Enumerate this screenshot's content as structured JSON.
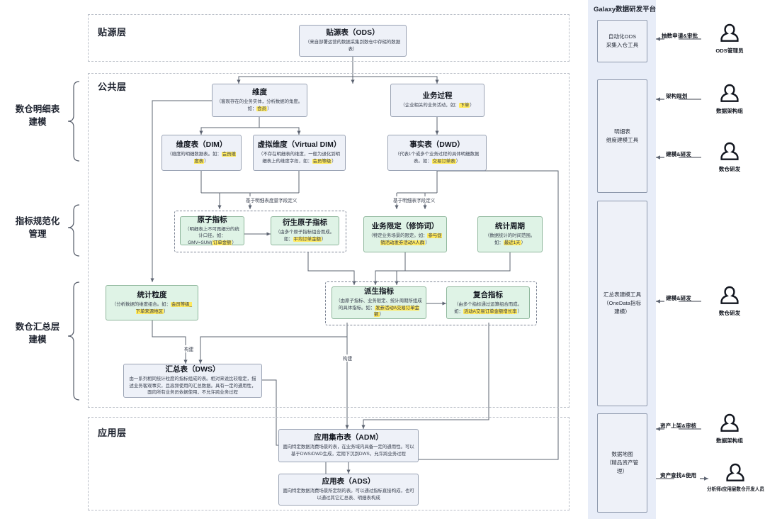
{
  "layers": [
    {
      "key": "ods",
      "title": "贴源层"
    },
    {
      "key": "common",
      "title": "公共层"
    },
    {
      "key": "app",
      "title": "应用层"
    }
  ],
  "left_groups": [
    {
      "label": "数仓明细表\n建模"
    },
    {
      "label": "指标规范化\n管理"
    },
    {
      "label": "数仓汇总层\n建模"
    }
  ],
  "nodes": {
    "ods": {
      "title": "贴源表（ODS）",
      "desc": "（来自部署运营的数据采集到数仓中存储的数据表）"
    },
    "dimension": {
      "title": "维度",
      "desc_pre": "（客观存在的业务实体，分析数据的角度。如：",
      "hl": "会员",
      "desc_post": "）"
    },
    "process": {
      "title": "业务过程",
      "desc_pre": "（企业相关的业务活动，如：",
      "hl": "下单",
      "desc_post": "）"
    },
    "dim": {
      "title": "维度表（DIM）",
      "desc_pre": "（维度的明细数据表。如：",
      "hl": "会员维度表",
      "desc_post": "）"
    },
    "vdim": {
      "title": "虚拟维度（Virtual DIM）",
      "desc_pre": "（不存在明细表的维度，一般为退化到明细表上的维度字段，如：",
      "hl": "会员等级",
      "desc_post": "）"
    },
    "dwd": {
      "title": "事实表（DWD）",
      "desc_pre": "（代表1个或多个业务过程的具体明细数据表。如：",
      "hl": "交易订单表",
      "desc_post": "）"
    },
    "atomic": {
      "title": "原子指标",
      "desc_pre": "（明细表上不可再细分的统计口径。如：GMV=SUM(",
      "hl": "订单金额",
      "desc_post": "）"
    },
    "derived_atomic": {
      "title": "衍生原子指标",
      "desc_pre": "（由多个原子指标组合而成。如：",
      "hl": "平均订单金额",
      "desc_post": "）"
    },
    "biz_limit": {
      "title": "业务限定（修饰词）",
      "desc_pre": "（特定业务场景的限定。如：",
      "hl": "参与促销活动发券活动A人群",
      "desc_post": "）"
    },
    "period": {
      "title": "统计周期",
      "desc_pre": "（数据统计的时间范围。如：",
      "hl": "最近1天",
      "desc_post": "）"
    },
    "granularity": {
      "title": "统计粒度",
      "desc_pre": "（分析数据的维度组合。如：",
      "hl": "会员等级_下单来源地区",
      "desc_post": "）"
    },
    "derived": {
      "title": "派生指标",
      "desc_pre": "（由原子指标、业务限定、统计周期所组成的具体指标。如：",
      "hl": "发券活动A交易订单金额",
      "desc_post": "）"
    },
    "composite": {
      "title": "复合指标",
      "desc_pre": "（由多个指标通过运算组合而成。如：",
      "hl": "活动A交易订单金额增长率",
      "desc_post": "）"
    },
    "dws": {
      "title": "汇总表（DWS）",
      "desc": "由一系列相同统计粒度的指标组成的表。相对来说比较稳定，描述业务客观事实，且高频使用的汇总数据。具有一定的通用性，面向所有业务员依据使用，不允许跨业务过程"
    },
    "adm": {
      "title": "应用集市表（ADM）",
      "desc": "面向特定数据消费场景的表，在业务域内具备一定的通用性。可以基于DWS/DWD生成，定期下沉到DWS，允许跨业务过程"
    },
    "ads": {
      "title": "应用表（ADS）",
      "desc": "面向特定数据消费场景所定制的表。可以通过指标直接构成，也可以通过其它汇总表、明细表构成"
    }
  },
  "edge_labels": {
    "dim_field_metric": "基于明细表度量字段定义",
    "dim_field": "基于明细表字段定义",
    "build_left": "构建",
    "build_right": "构建"
  },
  "galaxy": {
    "title": "Galaxy数据研发平台",
    "tools": [
      {
        "key": "ods_tool",
        "label": "自动化ODS\n采集入仓工具"
      },
      {
        "key": "detail_tool",
        "label": "明细表\n维度建模工具"
      },
      {
        "key": "summary_tool",
        "label": "汇总表建模工具\n（OneData指标\n建模）"
      },
      {
        "key": "map_tool",
        "label": "数据地图\n（精品资产管\n理）"
      }
    ],
    "relations": [
      {
        "key": "ods_admin",
        "label": "抽数申请&审批",
        "actor": "ODS管理员",
        "dir": "left"
      },
      {
        "key": "arch_plan",
        "label": "架构规划",
        "actor": "数据架构组",
        "dir": "left"
      },
      {
        "key": "model_dev_1",
        "label": "建模&研发",
        "actor": "数仓研发",
        "dir": "left"
      },
      {
        "key": "model_dev_2",
        "label": "建模&研发",
        "actor": "数仓研发",
        "dir": "left"
      },
      {
        "key": "asset_review",
        "label": "资产上架&审核",
        "actor": "数据架构组",
        "dir": "left"
      },
      {
        "key": "asset_use",
        "label": "资产查找&使用",
        "actor": "分析师/应用层数仓开发人员",
        "dir": "right"
      }
    ]
  },
  "colors": {
    "node_blue": "#eef1f8",
    "node_green": "#dff3e6",
    "highlight": "#ffe95c",
    "sidebar": "#e8edf8",
    "border": "#9aa3b4"
  }
}
